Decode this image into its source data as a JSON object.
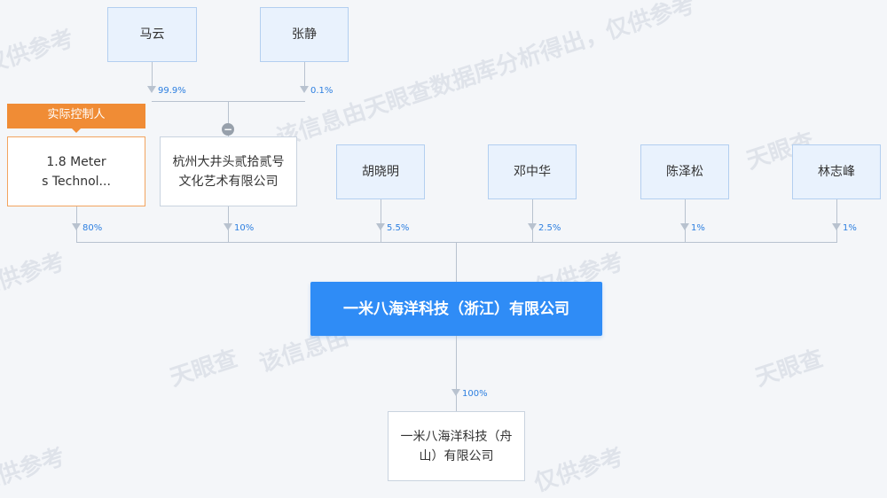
{
  "watermark": {
    "text_full": "该信息由天眼查数据库分析得出，仅供参考",
    "text_brand": "天眼查",
    "text_brand_tail": "该信息由",
    "text_tail": "仅供参考"
  },
  "nodes": {
    "mayun": "马云",
    "zhangjing": "张静",
    "actual_controller_tag": "实际控制人",
    "meters_line1": "1.8 Meter",
    "meters_line2": "s Technol...",
    "hangzhou_line1": "杭州大井头贰拾贰号",
    "hangzhou_line2": "文化艺术有限公司",
    "huxiaoming": "胡晓明",
    "zhengzhonghua": "邓中华",
    "chenzesong": "陈泽松",
    "linzhifeng": "林志峰",
    "main_company": "一米八海洋科技（浙江）有限公司",
    "zhoushan_line1": "一米八海洋科技（舟",
    "zhoushan_line2": "山）有限公司"
  },
  "percents": {
    "mayun": "99.9%",
    "zhangjing": "0.1%",
    "meters": "80%",
    "hangzhou": "10%",
    "huxiaoming": "5.5%",
    "zhengzhonghua": "2.5%",
    "chenzesong": "1%",
    "linzhifeng": "1%",
    "zhoushan": "100%"
  },
  "controls": {
    "collapse_symbol": "−"
  },
  "colors": {
    "main_blue": "#2f8cf6",
    "percent_blue": "#2d7fe0",
    "controller_orange": "#f08c35",
    "line_gray": "#b8c2cf"
  }
}
